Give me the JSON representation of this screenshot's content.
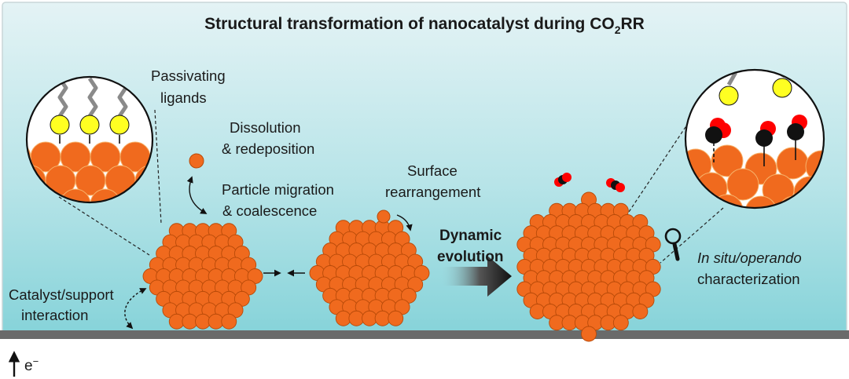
{
  "title": {
    "main": "Structural transformation of nanocatalyst during CO",
    "sub": "2",
    "tail": "RR"
  },
  "labels": {
    "passivating_line1": "Passivating",
    "passivating_line2": "ligands",
    "dissolution_line1": "Dissolution",
    "dissolution_line2": "& redeposition",
    "migration_line1": "Particle migration",
    "migration_line2": "& coalescence",
    "surface_line1": "Surface",
    "surface_line2": "rearrangement",
    "dynamic_line1": "Dynamic",
    "dynamic_line2": "evolution",
    "insitu_italic": "In situ/operando",
    "insitu_line2": "characterization",
    "catalyst_line1": "Catalyst/support",
    "catalyst_line2": "interaction",
    "electron_base": "e",
    "electron_sup": "−"
  },
  "colors": {
    "particle": "#f06a1e",
    "particle_edge": "#b84a08",
    "ligand_head": "#ffff22",
    "oxygen": "#ff0000",
    "carbon": "#111111",
    "support": "#6a6a6a",
    "electrolyte_top": "#d9eef1",
    "electrolyte_bottom": "#8fd6dc"
  }
}
